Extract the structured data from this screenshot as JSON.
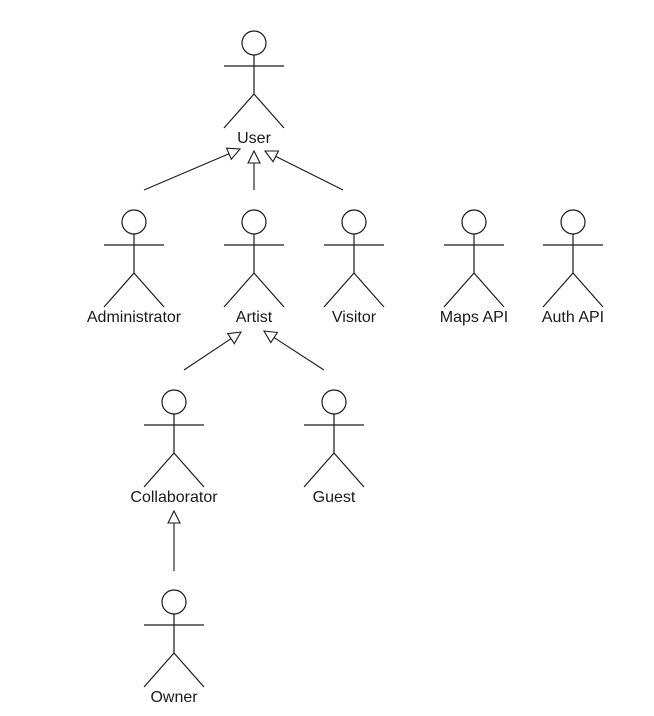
{
  "diagram": {
    "actors": [
      {
        "id": "user",
        "label": "User"
      },
      {
        "id": "administrator",
        "label": "Administrator"
      },
      {
        "id": "artist",
        "label": "Artist"
      },
      {
        "id": "visitor",
        "label": "Visitor"
      },
      {
        "id": "maps-api",
        "label": "Maps API"
      },
      {
        "id": "auth-api",
        "label": "Auth API"
      },
      {
        "id": "collaborator",
        "label": "Collaborator"
      },
      {
        "id": "guest",
        "label": "Guest"
      },
      {
        "id": "owner",
        "label": "Owner"
      }
    ],
    "generalizations": [
      {
        "from": "administrator",
        "to": "user"
      },
      {
        "from": "artist",
        "to": "user"
      },
      {
        "from": "visitor",
        "to": "user"
      },
      {
        "from": "collaborator",
        "to": "artist"
      },
      {
        "from": "guest",
        "to": "artist"
      },
      {
        "from": "owner",
        "to": "collaborator"
      }
    ]
  }
}
